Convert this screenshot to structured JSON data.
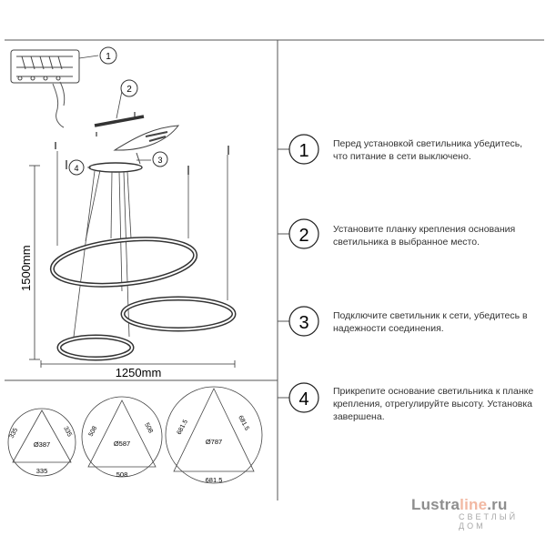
{
  "callouts": [
    "1",
    "2",
    "3",
    "4"
  ],
  "dimensions": {
    "height": "1500mm",
    "width": "1250mm"
  },
  "rings": [
    {
      "diameter": "Ø387",
      "left_side": "335",
      "right_side": "335",
      "base": "335"
    },
    {
      "diameter": "Ø587",
      "left_side": "508",
      "right_side": "508",
      "base": "508"
    },
    {
      "diameter": "Ø787",
      "left_side": "681.5",
      "right_side": "681.5",
      "base": "681.5"
    }
  ],
  "steps": [
    {
      "number": "1",
      "text": "Перед установкой светильника убедитесь, что питание в сети выключено."
    },
    {
      "number": "2",
      "text": "Установите планку крепления основания светильника в выбранное место."
    },
    {
      "number": "3",
      "text": "Подключите светильник к сети, убедитесь в надежности соединения."
    },
    {
      "number": "4",
      "text": "Прикрепите основание светильника к планке крепления, отрегулируйте высоту. Установка завершена."
    }
  ],
  "watermark": {
    "brand_a": "Lustra",
    "brand_b": "line",
    "brand_c": ".ru",
    "tagline": "СВЕТЛЫЙ ДОМ"
  }
}
